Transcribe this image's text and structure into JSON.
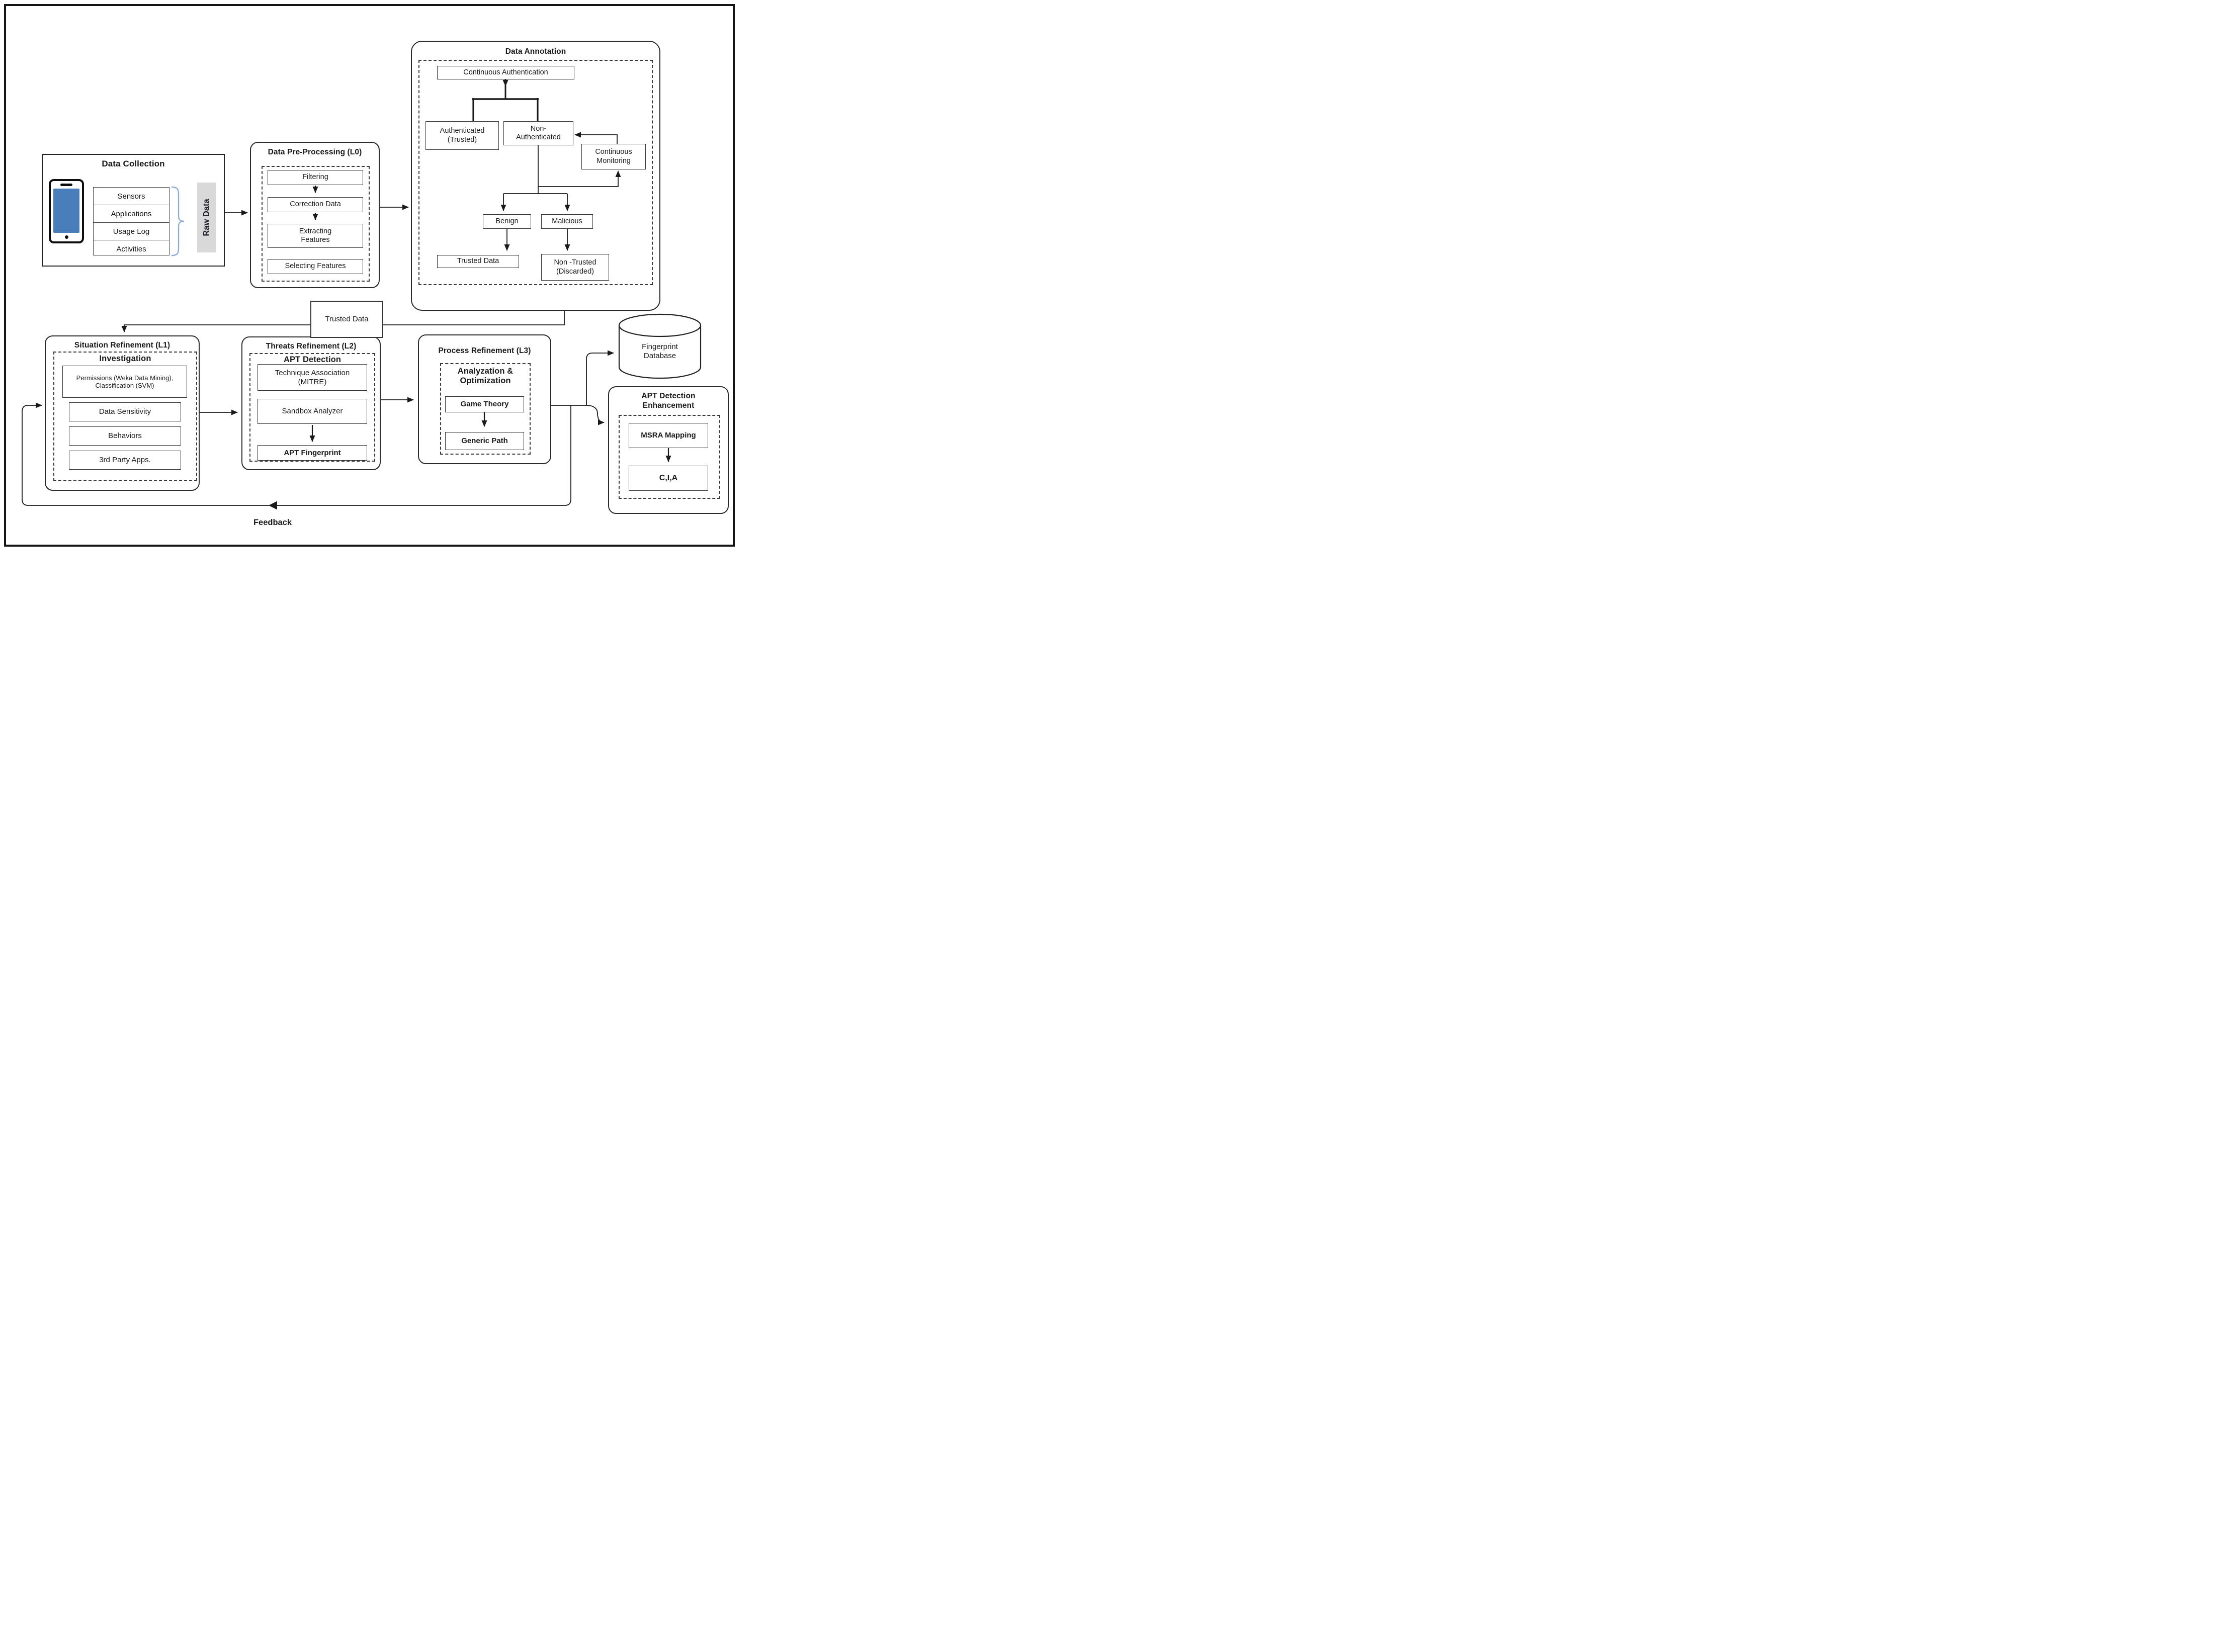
{
  "diagram": {
    "data_collection": {
      "title": "Data Collection",
      "rows": [
        "Sensors",
        "Applications",
        "Usage Log",
        "Activities"
      ],
      "raw_data_label": "Raw Data"
    },
    "pre_processing": {
      "title": "Data Pre-Processing (L0)",
      "steps": [
        "Filtering",
        "Correction Data",
        "Extracting Features",
        "Selecting Features"
      ]
    },
    "data_annotation": {
      "title": "Data Annotation",
      "continuous_authentication": "Continuous Authentication",
      "authenticated": "Authenticated (Trusted)",
      "non_authenticated": "Non-Authenticated",
      "continuous_monitoring": "Continuous Monitoring",
      "benign": "Benign",
      "malicious": "Malicious",
      "trusted_data": "Trusted Data",
      "non_trusted": "Non -Trusted (Discarded)"
    },
    "trusted_data_connector": "Trusted Data",
    "situation_refinement": {
      "title": "Situation Refinement (L1)",
      "subtitle": "Investigation",
      "items": [
        "Permissions (Weka Data Mining), Classification (SVM)",
        "Data Sensitivity",
        "Behaviors",
        "3rd Party Apps."
      ]
    },
    "threats_refinement": {
      "title": "Threats Refinement (L2)",
      "subtitle": "APT Detection",
      "items": [
        "Technique Association (MITRE)",
        "Sandbox Analyzer",
        "APT Fingerprint"
      ]
    },
    "process_refinement": {
      "title": "Process Refinement (L3)",
      "subtitle": "Analyzation & Optimization",
      "items": [
        "Game Theory",
        "Generic Path"
      ]
    },
    "fingerprint_database": "Fingerprint Database",
    "apt_enhancement": {
      "title": "APT Detection Enhancement",
      "items": [
        "MSRA Mapping",
        "C,I,A"
      ]
    },
    "feedback_label": "Feedback",
    "colors": {
      "phone_screen": "#4a7ebb",
      "raw_data_bg": "#d9d9d9",
      "brace": "#8faadc",
      "line": "#1a1a1a"
    }
  }
}
